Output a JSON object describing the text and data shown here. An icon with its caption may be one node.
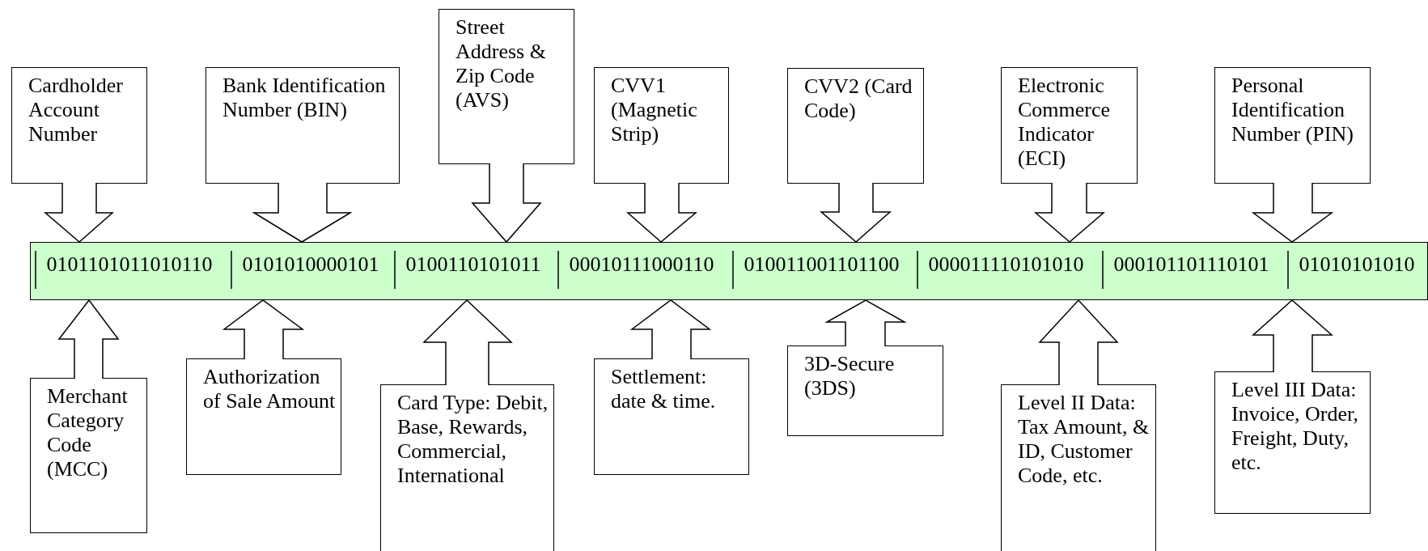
{
  "diagram": {
    "nodes": [
      {
        "text": [
          "Cardholder Account Number"
        ]
      },
      {
        "text": [
          "Bank Identification Number (BIN)"
        ]
      },
      {
        "text": [
          "Street Address & Zip Code (AVS)"
        ]
      },
      {
        "text": [
          "CVV1 (Magnetic Strip)"
        ]
      },
      {
        "text": [
          "CVV2 (Card Code)"
        ]
      },
      {
        "text": [
          "Electronic Commerce Indicator (ECI)"
        ]
      },
      {
        "text": [
          "Personal Identification Number (PIN)"
        ]
      },
      {
        "text": [],
        "shape": "bar"
      },
      {
        "text": [
          "0101101011010110"
        ],
        "in": 7
      },
      {
        "text": [
          "0101010000101"
        ],
        "in": 7
      },
      {
        "text": [
          "0100110101011"
        ],
        "in": 7
      },
      {
        "text": [
          "00010111000110"
        ],
        "in": 7
      },
      {
        "text": [
          "010011001101100"
        ],
        "in": 7
      },
      {
        "text": [
          "000011110101010"
        ],
        "in": 7
      },
      {
        "text": [
          "000101101110101"
        ],
        "in": 7
      },
      {
        "text": [
          "01010101010"
        ],
        "in": 7
      },
      {
        "text": [
          "Merchant Category Code (MCC)"
        ]
      },
      {
        "text": [
          "Authorization of Sale Amount"
        ]
      },
      {
        "text": [
          "Card Type: Debit, Base, Rewards, Commercial, International"
        ]
      },
      {
        "text": [
          "Settlement: date & time."
        ]
      },
      {
        "text": [
          "3D-Secure (3DS)"
        ]
      },
      {
        "text": [
          "Level II Data: Tax Amount, & ID, Customer Code, etc."
        ]
      },
      {
        "text": [
          "Level III Data: Invoice, Order, Freight, Duty, etc."
        ]
      }
    ],
    "edges": [
      {
        "from": 0,
        "to": 7,
        "arrow": "to"
      },
      {
        "from": 1,
        "to": 7,
        "arrow": "to"
      },
      {
        "from": 2,
        "to": 7,
        "arrow": "to"
      },
      {
        "from": 3,
        "to": 7,
        "arrow": "to"
      },
      {
        "from": 4,
        "to": 7,
        "arrow": "to"
      },
      {
        "from": 5,
        "to": 7,
        "arrow": "to"
      },
      {
        "from": 6,
        "to": 7,
        "arrow": "to"
      },
      {
        "from": 16,
        "to": 7,
        "arrow": "to"
      },
      {
        "from": 17,
        "to": 7,
        "arrow": "to"
      },
      {
        "from": 18,
        "to": 7,
        "arrow": "to"
      },
      {
        "from": 19,
        "to": 7,
        "arrow": "to"
      },
      {
        "from": 20,
        "to": 7,
        "arrow": "to"
      },
      {
        "from": 21,
        "to": 7,
        "arrow": "to"
      },
      {
        "from": 22,
        "to": 7,
        "arrow": "to"
      }
    ]
  }
}
